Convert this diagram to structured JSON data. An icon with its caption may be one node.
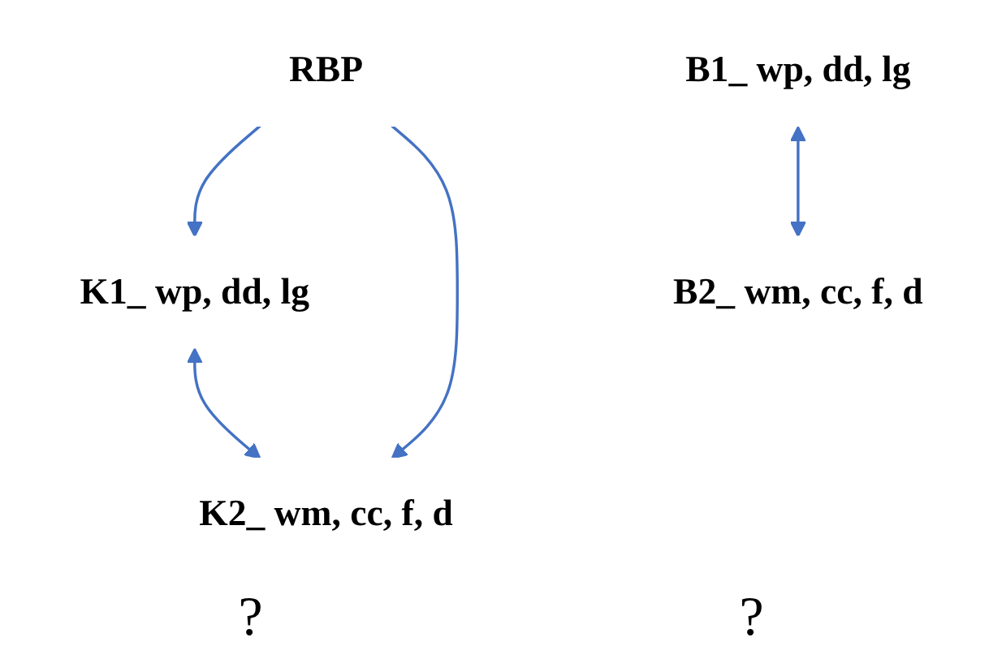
{
  "diagram": {
    "nodes": [
      {
        "text": [
          "RBP"
        ]
      },
      {
        "text": [
          "K1_ wp, dd, lg"
        ]
      },
      {
        "text": [
          "K2_ wm, cc, f, d"
        ]
      },
      {
        "text": [
          "B1_ wp, dd, lg"
        ]
      },
      {
        "text": [
          "B2_ wm, cc, f, d"
        ]
      }
    ],
    "edges": [
      {
        "from": 0,
        "to": 1,
        "arrow": "to"
      },
      {
        "from": 0,
        "to": 2,
        "arrow": "to"
      },
      {
        "from": 1,
        "to": 2,
        "arrow": "both"
      },
      {
        "from": 3,
        "to": 4,
        "arrow": "both"
      }
    ],
    "labels": [
      "?",
      "?"
    ]
  }
}
